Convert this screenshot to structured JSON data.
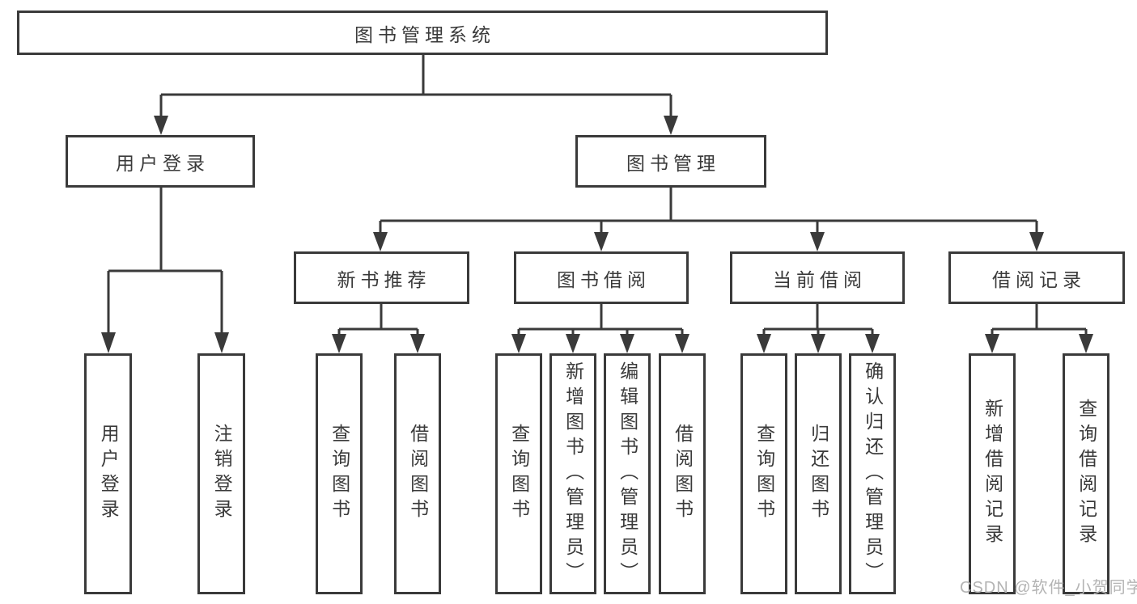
{
  "diagram": {
    "tree": {
      "root": {
        "label": "图书管理系统",
        "children": [
          {
            "label": "用户登录",
            "children": [
              {
                "label": "用户登录"
              },
              {
                "label": "注销登录"
              }
            ]
          },
          {
            "label": "图书管理",
            "children": [
              {
                "label": "新书推荐",
                "children": [
                  {
                    "label": "查询图书"
                  },
                  {
                    "label": "借阅图书"
                  }
                ]
              },
              {
                "label": "图书借阅",
                "children": [
                  {
                    "label": "查询图书"
                  },
                  {
                    "label": "新增图书（管理员）"
                  },
                  {
                    "label": "编辑图书（管理员）"
                  },
                  {
                    "label": "借阅图书"
                  }
                ]
              },
              {
                "label": "当前借阅",
                "children": [
                  {
                    "label": "查询图书"
                  },
                  {
                    "label": "归还图书"
                  },
                  {
                    "label": "确认归还（管理员）"
                  }
                ]
              },
              {
                "label": "借阅记录",
                "children": [
                  {
                    "label": "新增借阅记录"
                  },
                  {
                    "label": "查询借阅记录"
                  }
                ]
              }
            ]
          }
        ]
      }
    },
    "colors": {
      "line": "#3a3a3a",
      "box_border": "#3a3a3a",
      "text": "#3a3a3a",
      "background": "#ffffff",
      "watermark": "#b4b4b4"
    }
  },
  "watermark": {
    "text": "CSDN @软件_小贺同学"
  }
}
